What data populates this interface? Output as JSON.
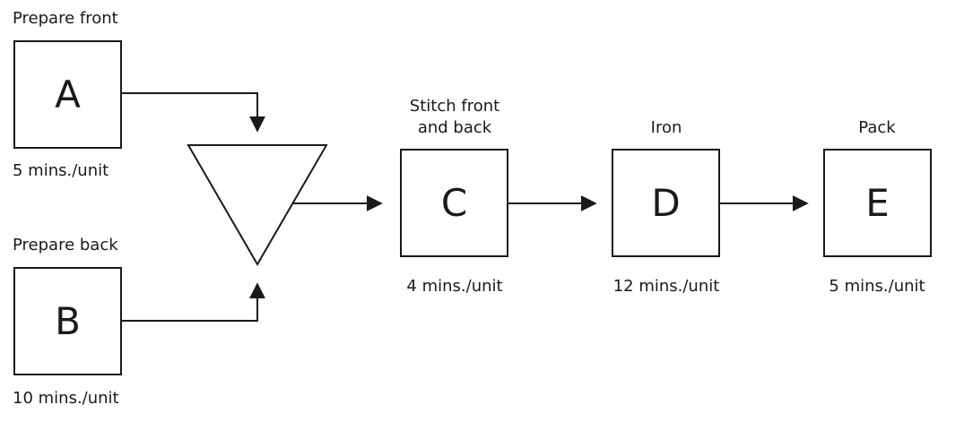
{
  "diagram": {
    "colors": {
      "stroke": "#1a1a1a",
      "background": "#ffffff"
    },
    "tasks": [
      {
        "id": "A",
        "name": "Prepare front",
        "time": "5 mins./unit"
      },
      {
        "id": "B",
        "name": "Prepare back",
        "time": "10 mins./unit"
      },
      {
        "id": "C",
        "name_line1": "Stitch front",
        "name_line2": "and back",
        "time": "4 mins./unit"
      },
      {
        "id": "D",
        "name": "Iron",
        "time": "12 mins./unit"
      },
      {
        "id": "E",
        "name": "Pack",
        "time": "5 mins./unit"
      }
    ],
    "shapes": {
      "merge_symbol": "inverted-triangle"
    }
  }
}
